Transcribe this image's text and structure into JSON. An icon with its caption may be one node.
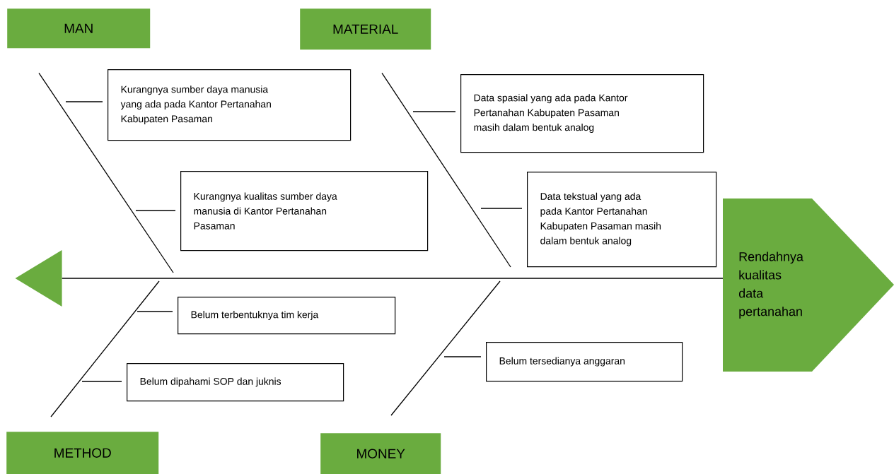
{
  "diagram": {
    "nodes": [
      {
        "text": [
          "MAN"
        ]
      },
      {
        "text": [
          "MATERIAL"
        ]
      },
      {
        "text": [
          "Kurangnya sumber daya manusia yang ada pada Kantor Pertanahan Kabupaten Pasaman"
        ]
      },
      {
        "text": [
          "Kurangnya kualitas sumber daya manusia di Kantor Pertanahan Pasaman"
        ]
      },
      {
        "text": [
          "Data spasial yang ada pada Kantor Pertanahan Kabupaten Pasaman masih dalam bentuk analog"
        ]
      },
      {
        "text": [
          "Data tekstual yang ada pada Kantor Pertanahan Kabupaten Pasaman masih dalam bentuk analog"
        ]
      },
      {
        "text": [
          "Rendahnya kualitas data pertanahan"
        ]
      },
      {
        "text": [],
        "shape": "triangle"
      },
      {
        "text": [
          "Belum terbentuknya tim kerja"
        ]
      },
      {
        "text": [
          "Belum dipahami SOP dan juknis"
        ]
      },
      {
        "text": [
          "Belum tersedianya anggaran"
        ]
      },
      {
        "text": [
          "METHOD"
        ]
      },
      {
        "text": [
          "MONEY"
        ]
      }
    ],
    "edges": [
      {
        "from": 7,
        "to": 6,
        "arrow": "none"
      },
      {
        "from": 0,
        "to": null,
        "arrow": "none"
      },
      {
        "from": 1,
        "to": null,
        "arrow": "none"
      },
      {
        "from": 11,
        "to": null,
        "arrow": "none"
      },
      {
        "from": 12,
        "to": null,
        "arrow": "none"
      },
      {
        "from": null,
        "to": 2,
        "arrow": "none"
      },
      {
        "from": null,
        "to": 3,
        "arrow": "none"
      },
      {
        "from": null,
        "to": 4,
        "arrow": "none"
      },
      {
        "from": null,
        "to": 5,
        "arrow": "none"
      },
      {
        "from": null,
        "to": 8,
        "arrow": "none"
      },
      {
        "from": null,
        "to": 9,
        "arrow": "none"
      },
      {
        "from": null,
        "to": 10,
        "arrow": "none"
      }
    ]
  }
}
